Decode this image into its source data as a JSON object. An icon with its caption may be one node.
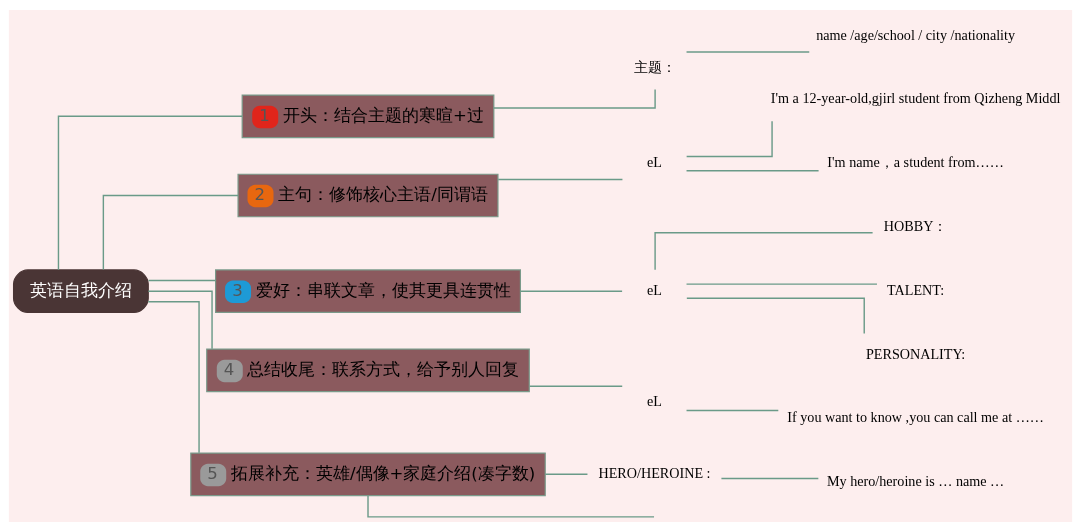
{
  "diagram": {
    "nodes": [
      {
        "text": [
          "英语自我介绍"
        ]
      },
      {
        "text": [
          "1",
          "开头：结合主题的寒暄+过"
        ]
      },
      {
        "text": [
          "2",
          "主句：修饰核心主语/同谓语"
        ]
      },
      {
        "text": [
          "3",
          "爱好：串联文章，使其更具连贯性"
        ]
      },
      {
        "text": [
          "4",
          "总结收尾：联系方式，给予别人回复"
        ]
      },
      {
        "text": [
          "5",
          "拓展补充：英雄/偶像+家庭介绍(凑字数)"
        ]
      },
      {
        "text": [
          "主题："
        ]
      },
      {
        "text": [
          "name /age/school / city /nationality"
        ]
      },
      {
        "text": [
          "eL"
        ]
      },
      {
        "text": [
          "I'm a 12-year-old,gjirl student from Qizheng Middl"
        ]
      },
      {
        "text": [
          "I'm name，a student from……"
        ]
      },
      {
        "text": [
          "eL"
        ]
      },
      {
        "text": [
          "HOBBY："
        ]
      },
      {
        "text": [
          "TALENT:"
        ]
      },
      {
        "text": [
          "PERSONALITY:"
        ]
      },
      {
        "text": [
          "eL"
        ]
      },
      {
        "text": [
          "If you want to know ,you can call me at ……"
        ]
      },
      {
        "text": [
          "HERO/HEROINE :"
        ]
      },
      {
        "text": [
          "My hero/heroine is … name …"
        ]
      }
    ],
    "edges": [
      {
        "from": 0,
        "to": 1,
        "arrow": "none"
      },
      {
        "from": 0,
        "to": 2,
        "arrow": "none"
      },
      {
        "from": 0,
        "to": 3,
        "arrow": "none"
      },
      {
        "from": 0,
        "to": 4,
        "arrow": "none"
      },
      {
        "from": 0,
        "to": 5,
        "arrow": "none"
      },
      {
        "from": 1,
        "to": 6,
        "arrow": "none"
      },
      {
        "from": 6,
        "to": 7,
        "arrow": "none"
      },
      {
        "from": 2,
        "to": 8,
        "arrow": "none"
      },
      {
        "from": 8,
        "to": 9,
        "arrow": "none"
      },
      {
        "from": 8,
        "to": 10,
        "arrow": "none"
      },
      {
        "from": 3,
        "to": 11,
        "arrow": "none"
      },
      {
        "from": 11,
        "to": 12,
        "arrow": "none"
      },
      {
        "from": 11,
        "to": 13,
        "arrow": "none"
      },
      {
        "from": 11,
        "to": 14,
        "arrow": "none"
      },
      {
        "from": 4,
        "to": 15,
        "arrow": "none"
      },
      {
        "from": 15,
        "to": 16,
        "arrow": "none"
      },
      {
        "from": 5,
        "to": 17,
        "arrow": "none"
      },
      {
        "from": 17,
        "to": 18,
        "arrow": "none"
      },
      {
        "from": 5,
        "to": null,
        "arrow": "none"
      }
    ]
  }
}
